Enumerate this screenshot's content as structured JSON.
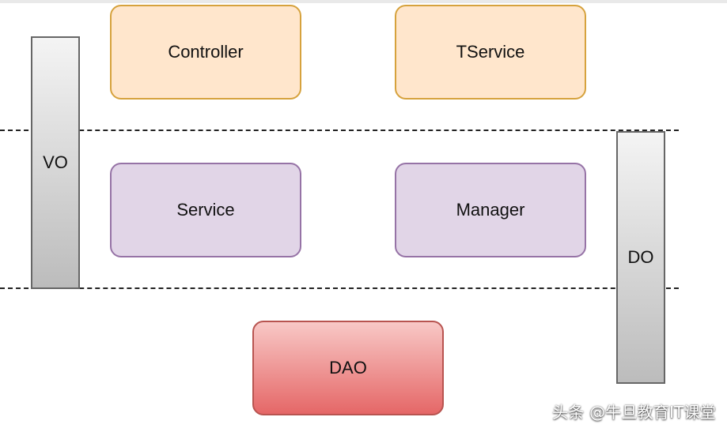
{
  "diagram": {
    "nodes": {
      "controller": "Controller",
      "tservice": "TService",
      "service": "Service",
      "manager": "Manager",
      "dao": "DAO"
    },
    "pillars": {
      "vo": "VO",
      "do": "DO"
    },
    "watermark": "头条 @牛旦教育IT课堂"
  },
  "colors": {
    "orange_fill": "#ffe6cc",
    "orange_border": "#d6a23d",
    "purple_fill": "#e1d5e7",
    "purple_border": "#9673a6",
    "red_fill_top": "#f8c8c6",
    "red_fill_bottom": "#e56767",
    "red_border": "#b85450",
    "pillar_fill_top": "#f4f4f4",
    "pillar_fill_bottom": "#bcbcbc",
    "pillar_border": "#666666"
  }
}
